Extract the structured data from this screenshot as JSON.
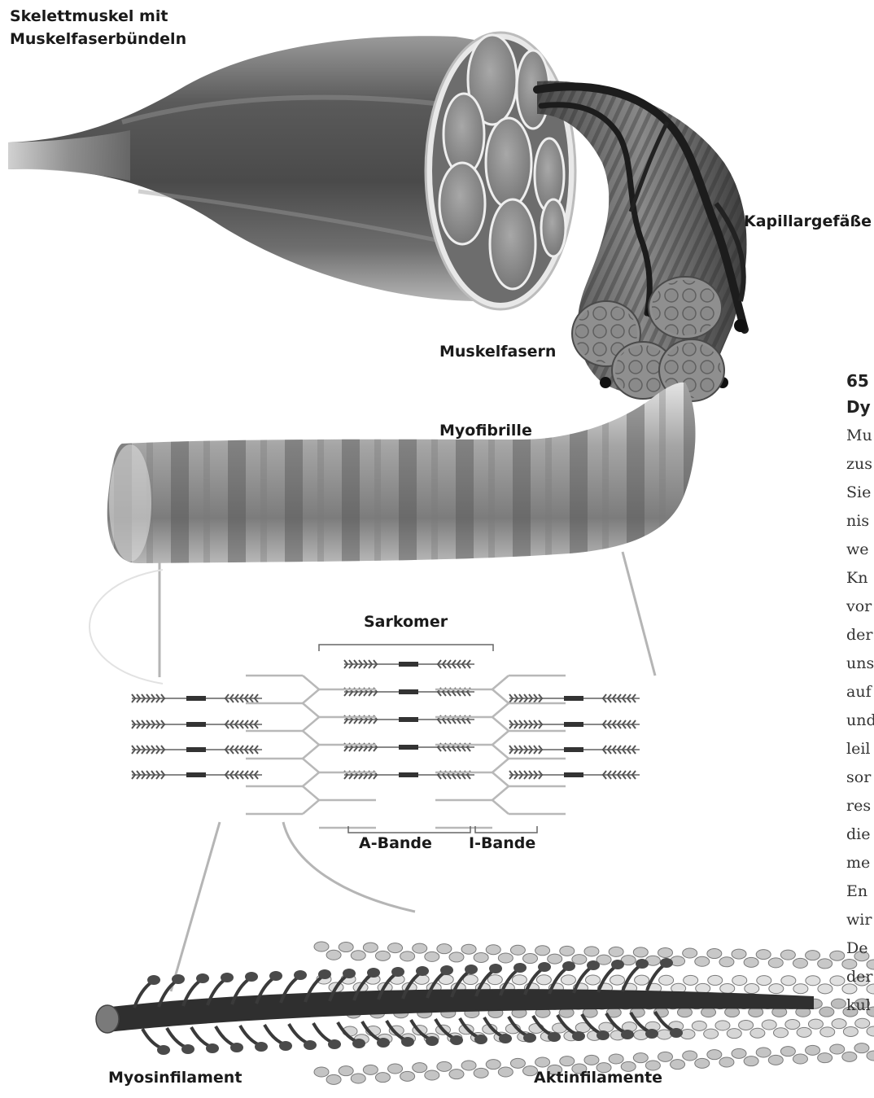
{
  "labels": {
    "skeletal_muscle": [
      "Skelettmuskel mit",
      "Muskelfaserbündeln"
    ],
    "capillaries": "Kapillargefäße",
    "muscle_fibers": "Muskelfasern",
    "myofibril": "Myofibrille",
    "sarcomere": "Sarkomer",
    "a_band": "A-Bande",
    "i_band": "I-Bande",
    "myosin_filament": "Myosinfilament",
    "actin_filaments": "Aktinfilamente"
  },
  "side_text": {
    "heading": [
      "65",
      "Dy"
    ],
    "lines": [
      "Mu",
      "zus",
      "Sie",
      "nis",
      "we",
      "Kn",
      "vor",
      "der",
      "uns",
      "auf",
      "und",
      "leil",
      "sor",
      "res",
      "die",
      "me",
      "En",
      "wir",
      "De",
      "der",
      "kul"
    ]
  },
  "colors": {
    "muscle_dark": "#3a3a3a",
    "muscle_mid": "#7a7a7a",
    "muscle_light": "#c9c9c9",
    "filament_line": "#b0b0b0",
    "text": "#1a1a1a"
  }
}
